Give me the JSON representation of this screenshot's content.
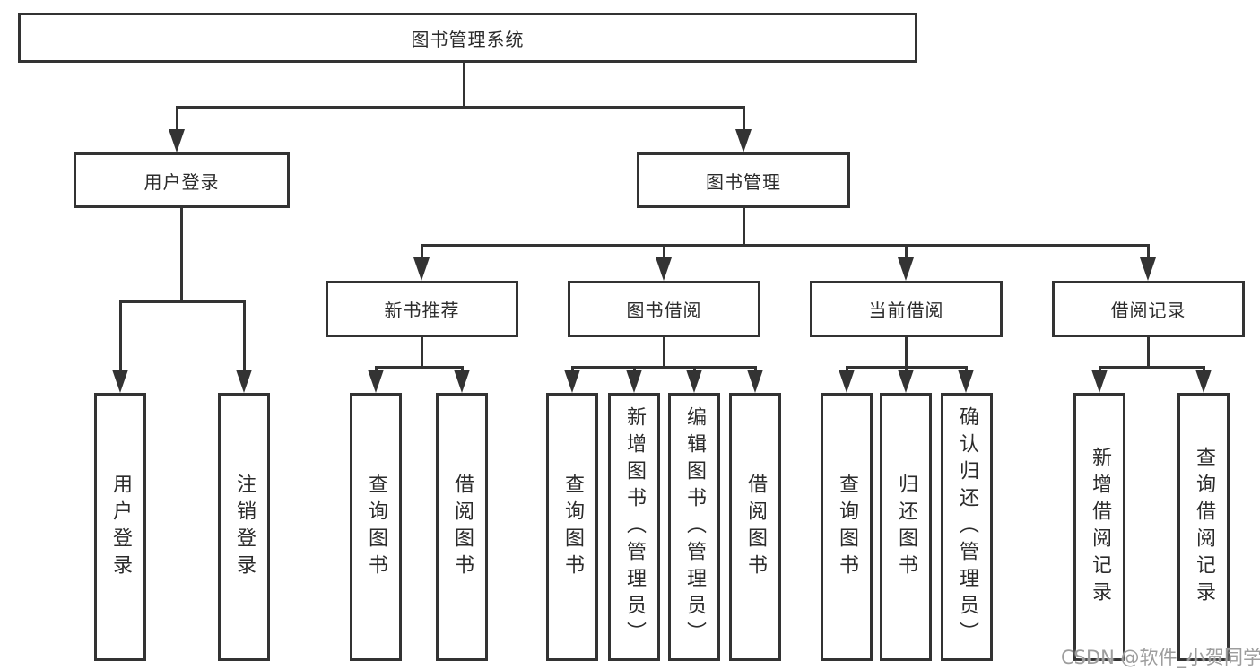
{
  "diagram": {
    "title": "图书管理系统",
    "branches": {
      "user_login": {
        "label": "用户登录",
        "children": [
          "用户登录",
          "注销登录"
        ]
      },
      "book_mgmt": {
        "label": "图书管理",
        "children": {
          "new_books": {
            "label": "新书推荐",
            "children": [
              "查询图书",
              "借阅图书"
            ]
          },
          "borrowing": {
            "label": "图书借阅",
            "children": [
              "查询图书",
              "新增图书（管理员）",
              "编辑图书（管理员）",
              "借阅图书"
            ]
          },
          "current": {
            "label": "当前借阅",
            "children": [
              "查询图书",
              "归还图书",
              "确认归还（管理员）"
            ]
          },
          "records": {
            "label": "借阅记录",
            "children": [
              "新增借阅记录",
              "查询借阅记录"
            ]
          }
        }
      }
    },
    "watermark": "CSDN @软件_小贺同学",
    "colors": {
      "line": "#333333",
      "text": "#2b2b2b",
      "watermark": "#9d9d9d",
      "background": "#ffffff"
    }
  }
}
